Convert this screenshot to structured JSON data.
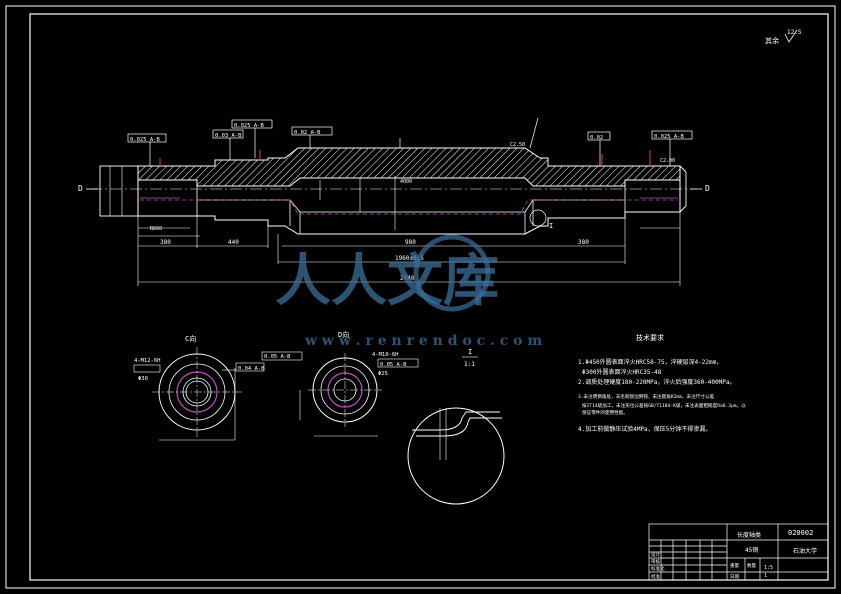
{
  "sheet": {
    "roughness_note": "其余",
    "roughness_value": "12.5"
  },
  "watermark": {
    "logo_text": "人人文库",
    "url_text": "w w w . r e n r e n d o c . c o m"
  },
  "section_markers": {
    "left": "D",
    "right": "D",
    "view_c": "C向",
    "view_d": "D向",
    "detail_i": "I",
    "detail_scale": "1:1"
  },
  "dimensions": {
    "len_380_left": "380",
    "len_440": "440",
    "len_980": "980",
    "len_380_right": "380",
    "len_total_inner": "1960±0.5",
    "len_total": "2740",
    "dia_4000": "4000",
    "dim_c250": "C2.50",
    "dim_c200": "C2.00",
    "dim_r660": "R660",
    "hole_label_left": "4-M12-6H",
    "hole_label_right": "4-M10-6H",
    "hole_depth_left": "Φ30",
    "hole_depth_right": "Φ25"
  },
  "tolerances": {
    "t1": "0.025 A-B",
    "t2": "0.03 A-B",
    "t3": "0.025 A-B",
    "t4": "0.02 A-B",
    "t5": "0.02",
    "t6": "0.025 A-B",
    "t7": "0.04 A-B",
    "t8": "0.05 A-B",
    "t9": "0.05 A-B"
  },
  "tech_requirements": {
    "heading": "技术要求",
    "items": [
      "1.Φ450外圆表面淬火HRC58-75，淬硬层深4-22mm，",
      "Φ300外圆表面淬火HRC35-48",
      "2.调质处理硬度180-220MPa，淬火后强度360-400MPa。",
      "3.未注明倒角处，去毛刺锐边倒钝，未注圆角R2mm，未注尺寸公差",
      "按IT14级加工，未注形位公差按GB/T1184-K级，未注表面粗糙度Ra6.3μm，以",
      "保证零件的使用性能。",
      "4.加工前做静压试验4MPa，保压5分钟不得渗漏。"
    ]
  },
  "title_block": {
    "part_name": "长度轴类",
    "drawing_no": "020002",
    "material": "45钢",
    "company": "石油大学",
    "scale": "1:5",
    "sheet": "1",
    "designer": "设计",
    "checker": "审核",
    "standard": "标准化",
    "approve": "批准",
    "date": "日期",
    "weight": "重量",
    "qty": "数量"
  }
}
